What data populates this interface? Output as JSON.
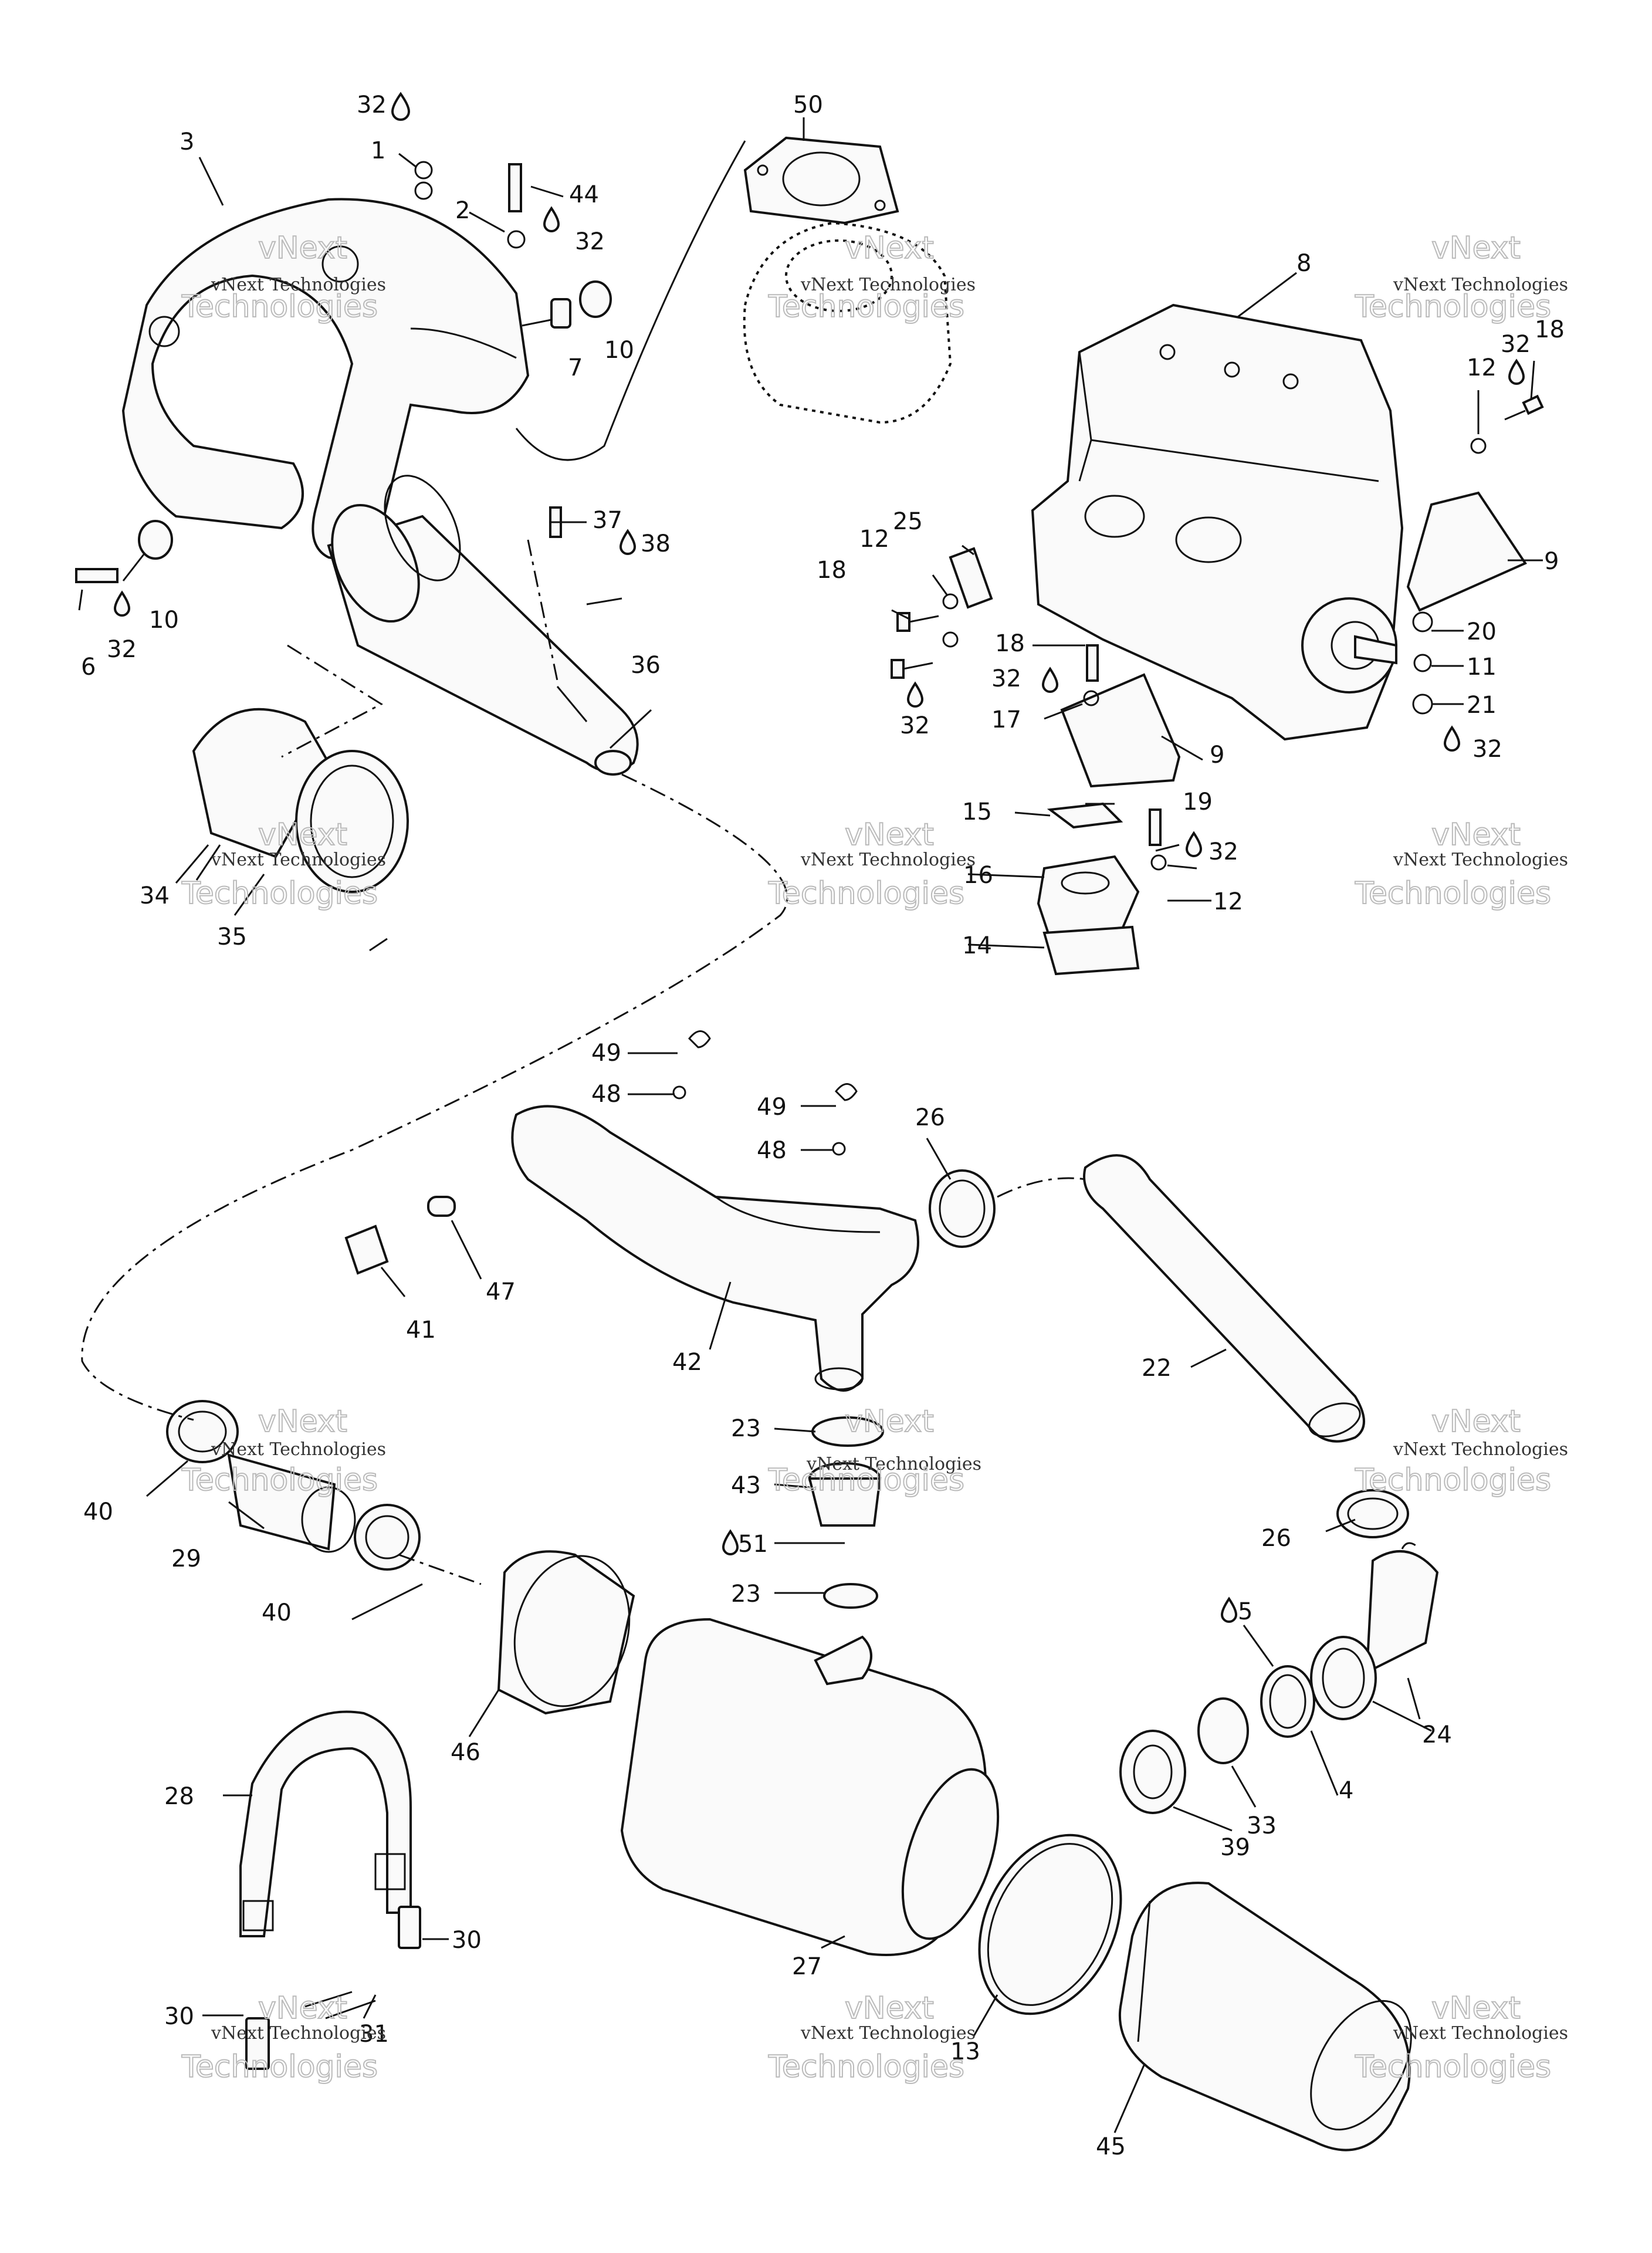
{
  "labels": {
    "l1": "1",
    "l2": "2",
    "l3": "3",
    "l4": "4",
    "l5": "5",
    "l6": "6",
    "l7": "7",
    "l8": "8",
    "l9a": "9",
    "l9b": "9",
    "l10a": "10",
    "l10b": "10",
    "l11": "11",
    "l12a": "12",
    "l12b": "12",
    "l12c": "12",
    "l13": "13",
    "l14": "14",
    "l15": "15",
    "l16": "16",
    "l17": "17",
    "l18a": "18",
    "l18b": "18",
    "l18c": "18",
    "l19": "19",
    "l20": "20",
    "l21": "21",
    "l22": "22",
    "l23a": "23",
    "l23b": "23",
    "l24": "24",
    "l25": "25",
    "l26a": "26",
    "l26b": "26",
    "l27": "27",
    "l28": "28",
    "l29": "29",
    "l30a": "30",
    "l30b": "30",
    "l31": "31",
    "l32a": "32",
    "l32b": "32",
    "l32c": "32",
    "l32d": "32",
    "l32e": "32",
    "l32f": "32",
    "l32g": "32",
    "l32h": "32",
    "l33": "33",
    "l34": "34",
    "l35": "35",
    "l36": "36",
    "l37": "37",
    "l38": "38",
    "l39": "39",
    "l40a": "40",
    "l40b": "40",
    "l41": "41",
    "l42": "42",
    "l43": "43",
    "l44": "44",
    "l45": "45",
    "l46": "46",
    "l47": "47",
    "l48a": "48",
    "l48b": "48",
    "l49a": "49",
    "l49b": "49",
    "l50": "50",
    "l51": "51"
  },
  "watermark": {
    "company": "vNext Technologies",
    "word1": "vNext",
    "word2": "Technologies"
  },
  "icons": {
    "sealant": "sealant-drop-icon"
  }
}
